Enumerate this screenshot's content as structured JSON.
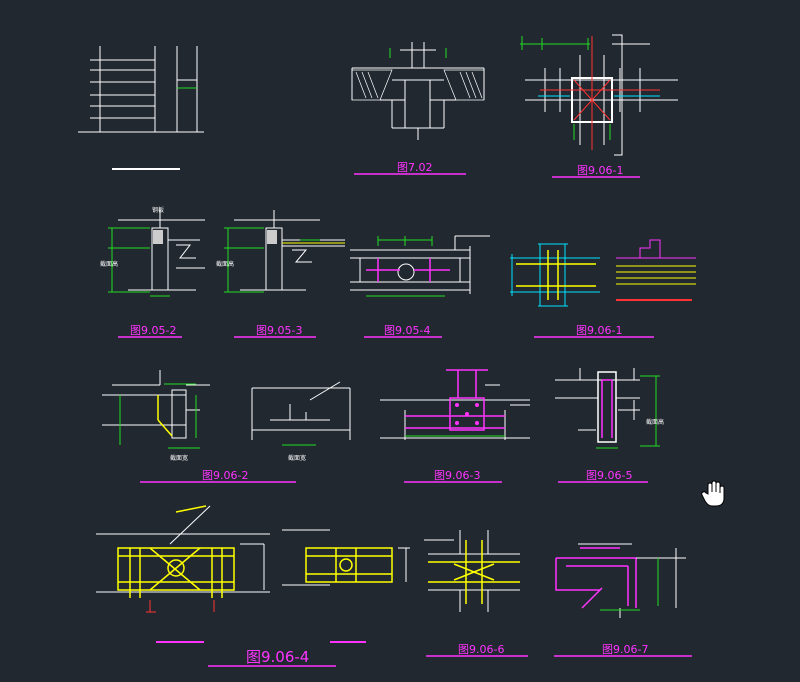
{
  "colors": {
    "background": "#212830",
    "line": "#ffffff",
    "dimension": "#22dd22",
    "caption": "#ff33ff",
    "highlight": "#ffff00",
    "cyan": "#00e5ff",
    "red": "#ff3333"
  },
  "captions": {
    "c1": "图7.02",
    "c2": "图9.06-1",
    "c3": "图9.05-2",
    "c4": "图9.05-3",
    "c5": "图9.05-4",
    "c6": "图9.06-1",
    "c7": "图9.06-2",
    "c8": "图9.06-3",
    "c9": "图9.06-5",
    "c10": "图9.06-4",
    "c11": "图9.06-6",
    "c12": "图9.06-7"
  },
  "labels": {
    "note": "钢板",
    "width_a": "截面高",
    "width_b": "截面宽"
  },
  "cursor_icon": "hand-pointer-icon"
}
